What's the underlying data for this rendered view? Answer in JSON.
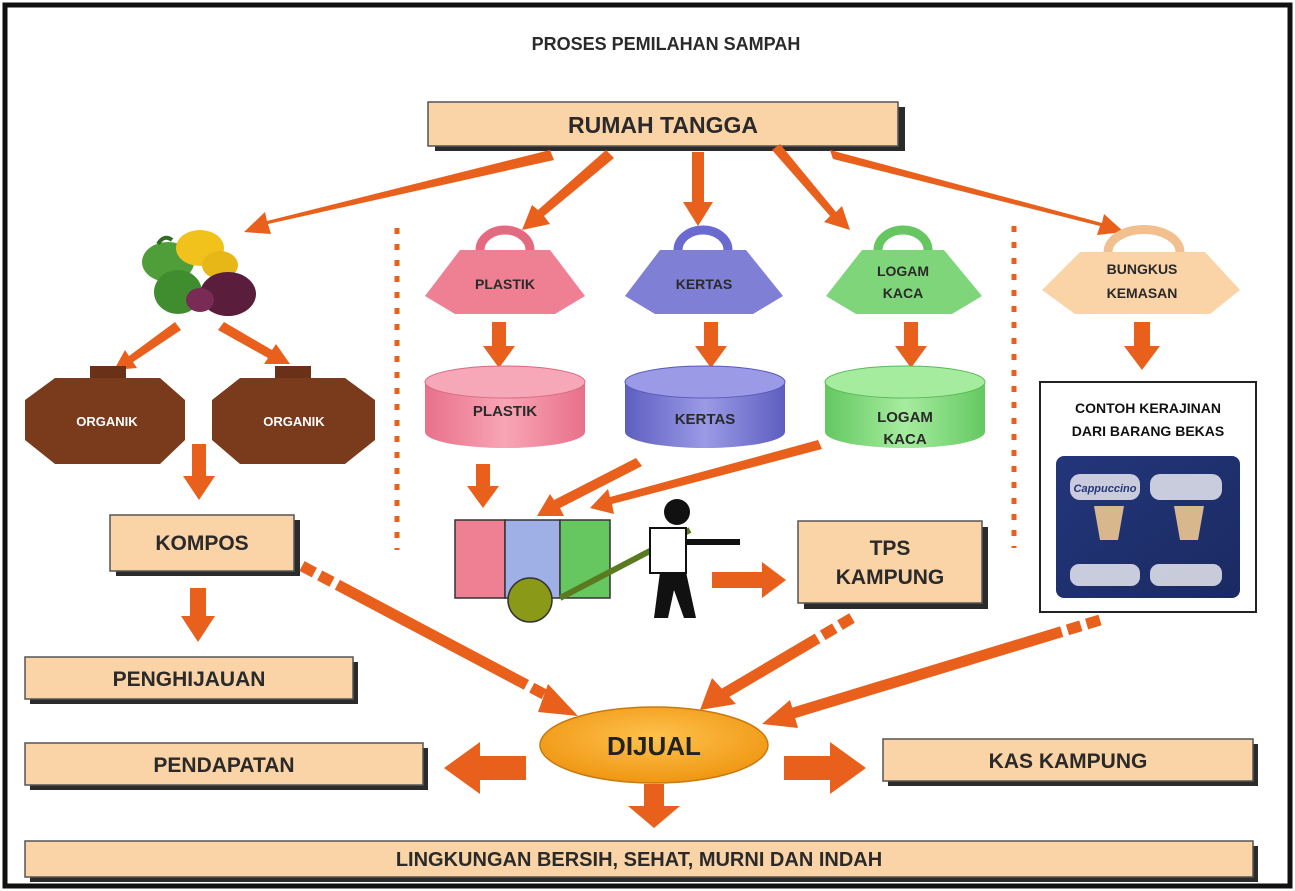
{
  "title": "PROSES PEMILAHAN SAMPAH",
  "source": "RUMAH TANGGA",
  "organic": {
    "bin_left": "ORGANIK",
    "bin_right": "ORGANIK",
    "kompos": "KOMPOS",
    "penghijauan": "PENGHIJAUAN"
  },
  "sorting": {
    "plastik_weight": "PLASTIK",
    "kertas_weight": "KERTAS",
    "logam_weight_1": "LOGAM",
    "logam_weight_2": "KACA",
    "plastik_bin": "PLASTIK",
    "kertas_bin": "KERTAS",
    "logam_bin_1": "LOGAM",
    "logam_bin_2": "KACA"
  },
  "tps": {
    "line1": "TPS",
    "line2": "KAMPUNG"
  },
  "packaging": {
    "weight_1": "BUNGKUS",
    "weight_2": "KEMASAN",
    "craft_title_1": "CONTOH KERAJINAN",
    "craft_title_2": "DARI BARANG BEKAS",
    "craft_brand": "Cappuccino"
  },
  "outcomes": {
    "dijual": "DIJUAL",
    "pendapatan": "PENDAPATAN",
    "kas_kampung": "KAS KAMPUNG",
    "lingkungan": "LINGKUNGAN BERSIH, SEHAT, MURNI DAN INDAH"
  },
  "colors": {
    "box_fill": "#fad3a6",
    "arrow": "#e8601c",
    "organic_bin": "#7a3b1d",
    "plastik": "#ef7f93",
    "kertas": "#7f7fd6",
    "logam": "#7fd67a",
    "dijual": "#f5a21a"
  }
}
